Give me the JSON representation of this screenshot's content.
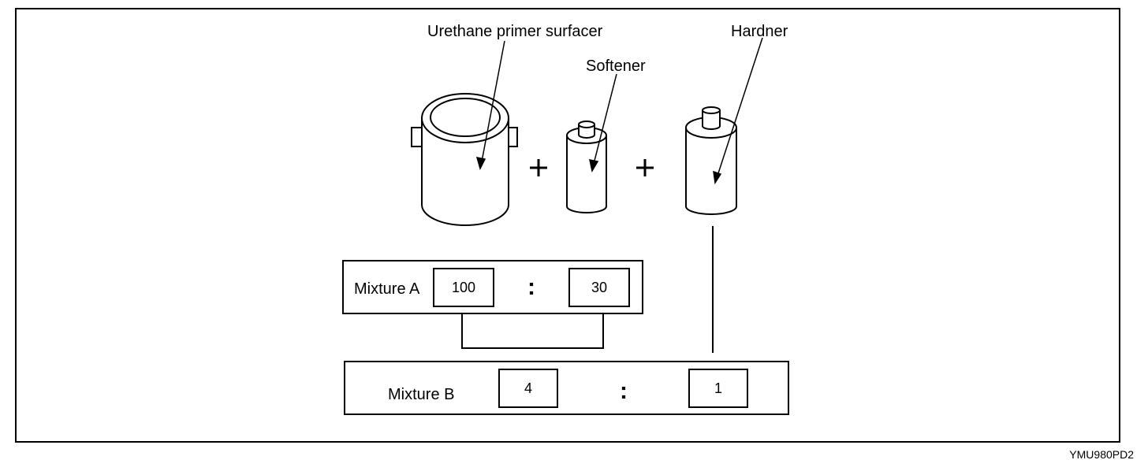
{
  "labels": {
    "primer": "Urethane primer surfacer",
    "softener": "Softener",
    "hardener": "Hardner",
    "plus": "+"
  },
  "mixture_a": {
    "label": "Mixture A",
    "left_value": "100",
    "separator": ":",
    "right_value": "30"
  },
  "mixture_b": {
    "label": "Mixture B",
    "left_value": "4",
    "separator": ":",
    "right_value": "1"
  },
  "figure_id": "YMU980PD2",
  "icons": [
    "primer-can-icon",
    "softener-bottle-icon",
    "hardener-bottle-icon",
    "plus-icon"
  ]
}
